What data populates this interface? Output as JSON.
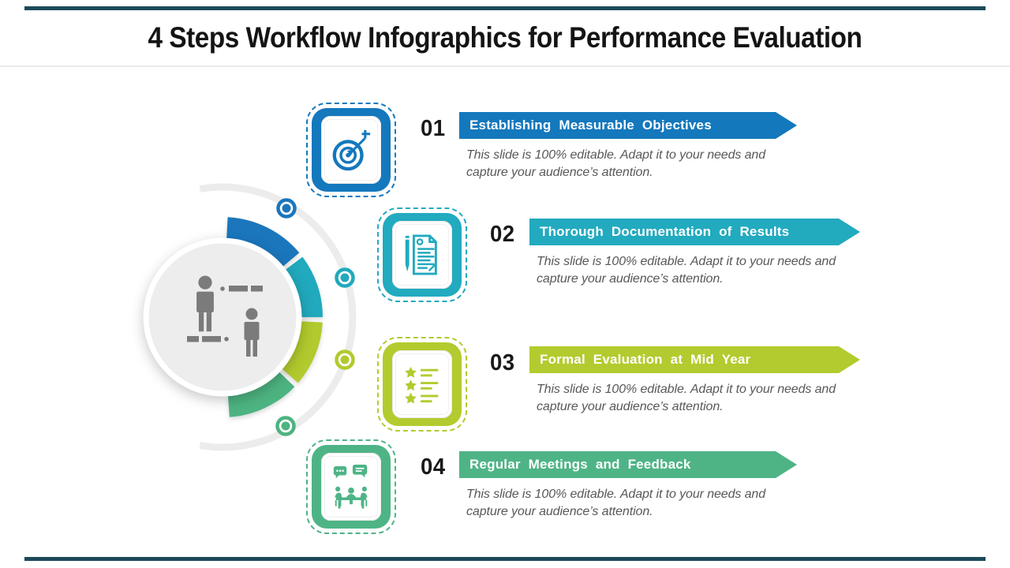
{
  "page": {
    "title": "4 Steps Workflow Infographics for Performance Evaluation",
    "accent_bar_color": "#1b4a59",
    "background": "#ffffff"
  },
  "steps": [
    {
      "number": "01",
      "title": "Establishing Measurable Objectives",
      "description_lines": [
        "This slide is 100% editable. Adapt it to your needs and",
        "capture your audience’s attention."
      ],
      "color": "#1478bd",
      "icon": "target-icon"
    },
    {
      "number": "02",
      "title": "Thorough Documentation of Results",
      "description_lines": [
        "This slide is 100% editable. Adapt it to your needs and",
        "capture your audience’s attention."
      ],
      "color": "#22aabf",
      "icon": "document-pen-icon"
    },
    {
      "number": "03",
      "title": "Formal Evaluation at Mid Year",
      "description_lines": [
        "This slide is 100% editable. Adapt it to your needs and",
        "capture your audience’s attention."
      ],
      "color": "#b3cb2e",
      "icon": "star-checklist-icon"
    },
    {
      "number": "04",
      "title": "Regular Meetings and Feedback",
      "description_lines": [
        "This slide is 100% editable. Adapt it to your needs and",
        "capture your audience’s attention."
      ],
      "color": "#4eb486",
      "icon": "meeting-feedback-icon"
    }
  ],
  "diagram": {
    "center_icon": "people-exchange-icon",
    "person_color": "#7b7b7b",
    "track_color": "#ececec",
    "circle_fill": "#ededed",
    "ring_segment_colors": [
      "#1b76bc",
      "#21a9bd",
      "#b2ca2d",
      "#4db381"
    ]
  }
}
